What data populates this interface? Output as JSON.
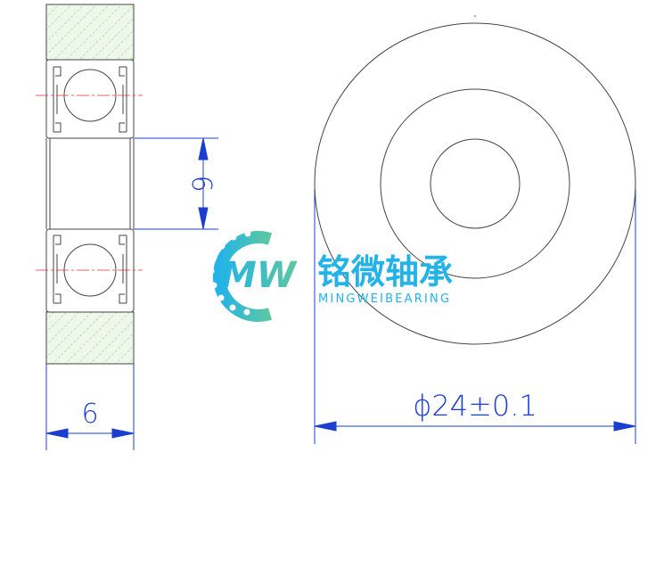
{
  "dimensions": {
    "side_width": "6",
    "bore": "6",
    "outer_diameter": "ϕ24±0.1"
  },
  "logo": {
    "mark": "MW",
    "name_cn": "铭微轴承",
    "name_en": "MINGWEIBEARING"
  },
  "colors": {
    "line": "#444444",
    "dimension": "#1a3fd0",
    "hatch": "#7ec87e",
    "hatch_fill": "#eef8ea",
    "centerline": "#e03030",
    "logo_blue": "#23b3e8",
    "logo_green": "#5dc8a0"
  }
}
